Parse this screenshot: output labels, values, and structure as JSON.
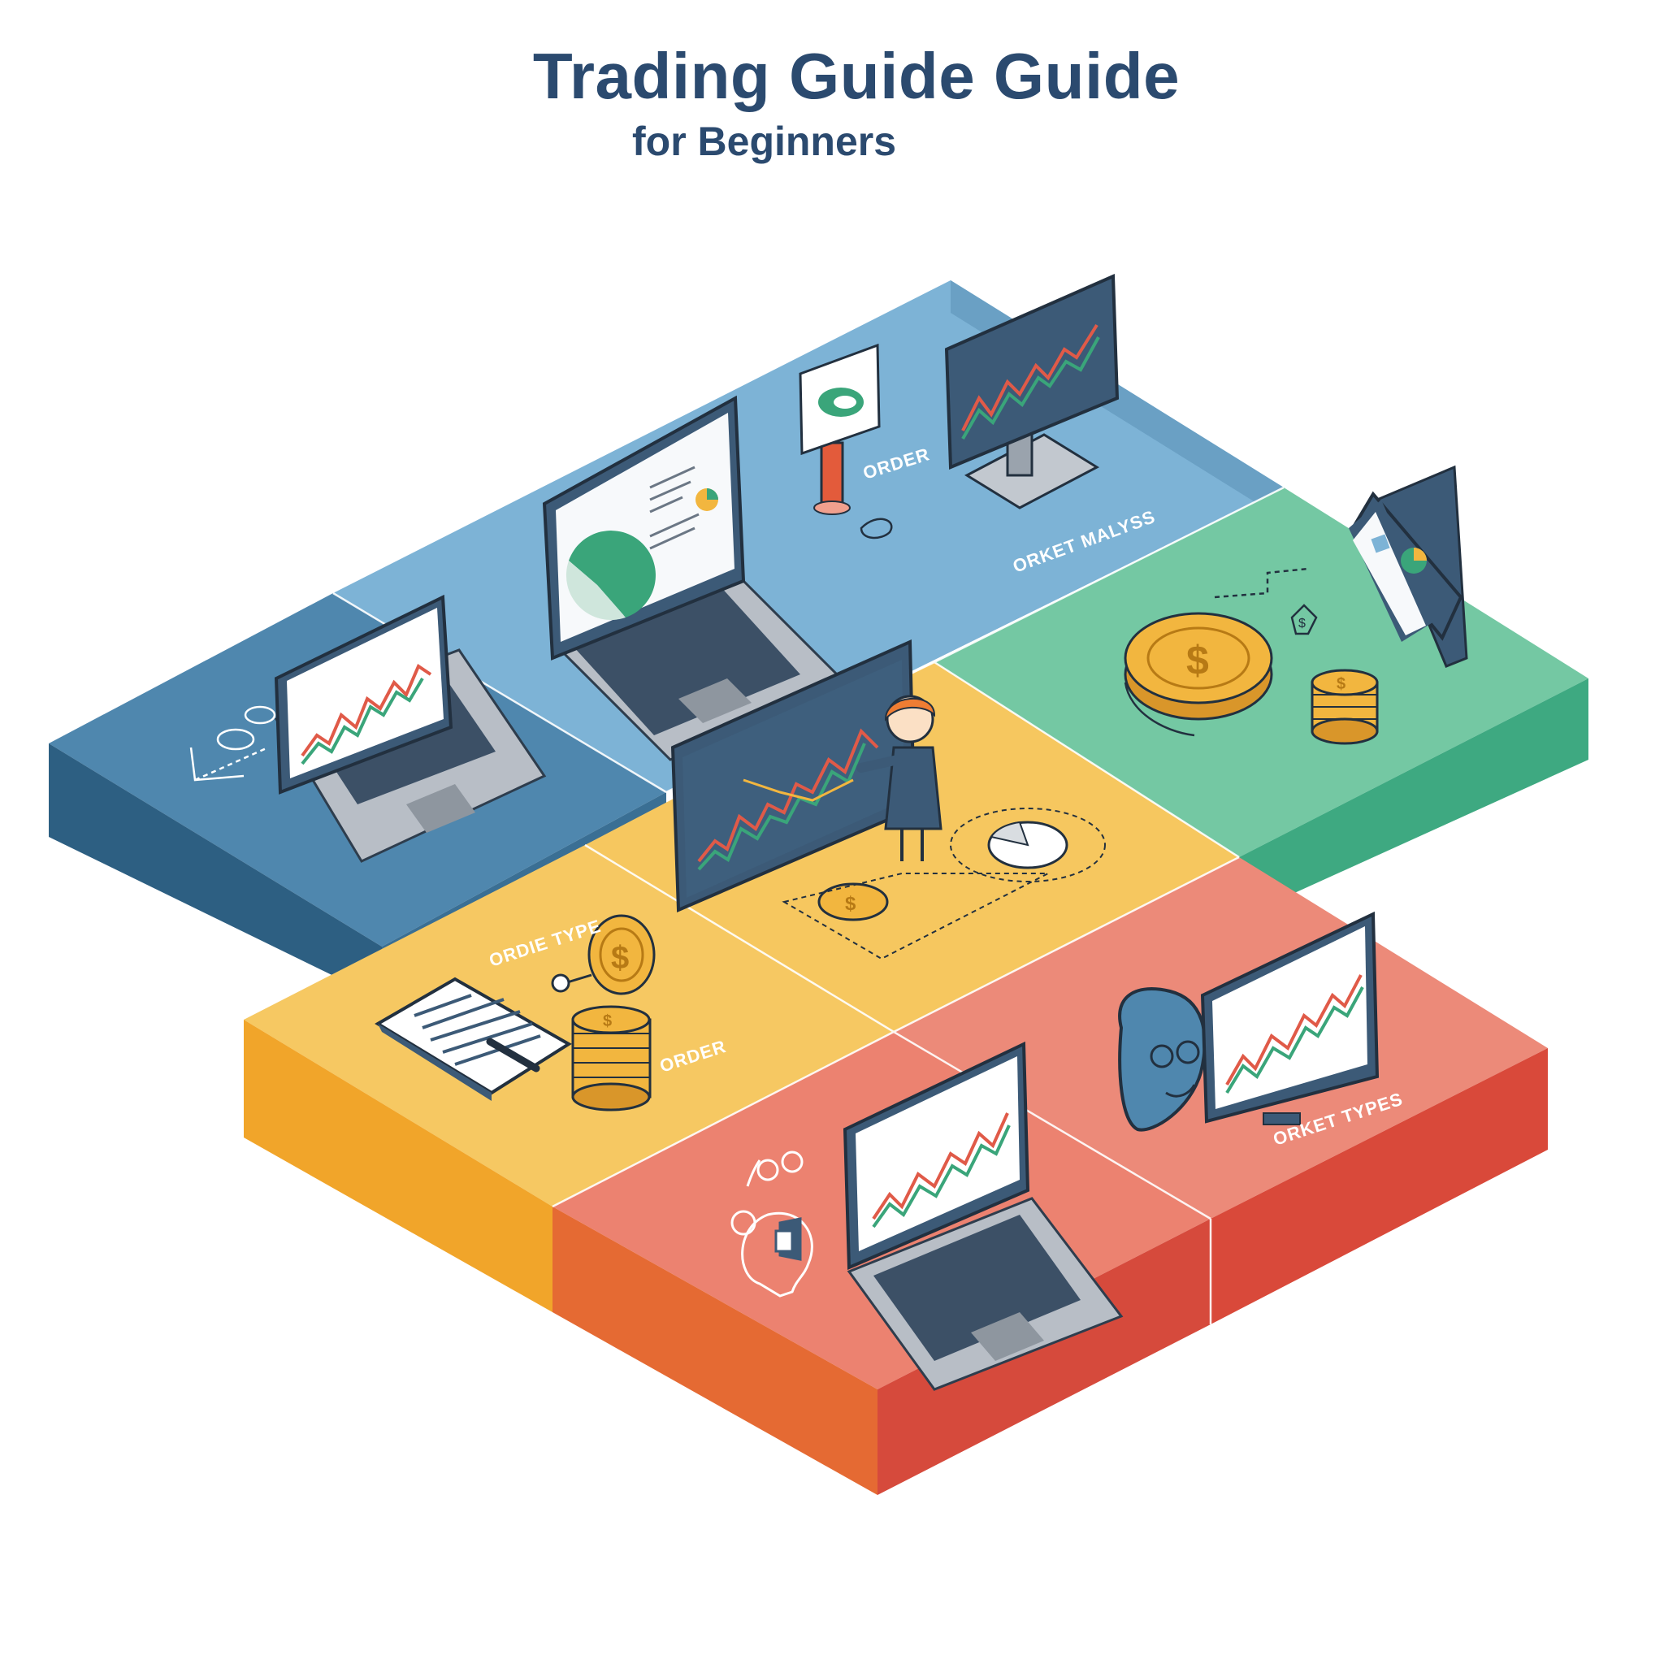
{
  "title": "Trading Guide Guide",
  "subtitle": "for Beginners",
  "tile_labels": {
    "blue_order": "ORDER",
    "blue_analysis": "ORKET MALYSS",
    "yellow_order_type": "ORDIE TYPE",
    "yellow_order": "ORDER",
    "red_order_types": "ORKET TYPES"
  },
  "colors": {
    "title": "#2b4a6f",
    "dark_blue_tile": "#4a7fa3",
    "light_blue_tile": "#7aaed0",
    "green_tile": "#6cc39a",
    "yellow_tile": "#f4c45d",
    "red_tile": "#e9806e",
    "screen": "#3c5a77",
    "coin": "#f2b63f"
  },
  "icons": [
    "laptop-icon",
    "monitor-icon",
    "signboard-icon",
    "coin-stack-icon",
    "coin-icon",
    "tablet-icon",
    "person-icon",
    "pie-chart-icon",
    "notebook-icon",
    "lightbulb-head-icon",
    "face-with-glasses-icon"
  ]
}
